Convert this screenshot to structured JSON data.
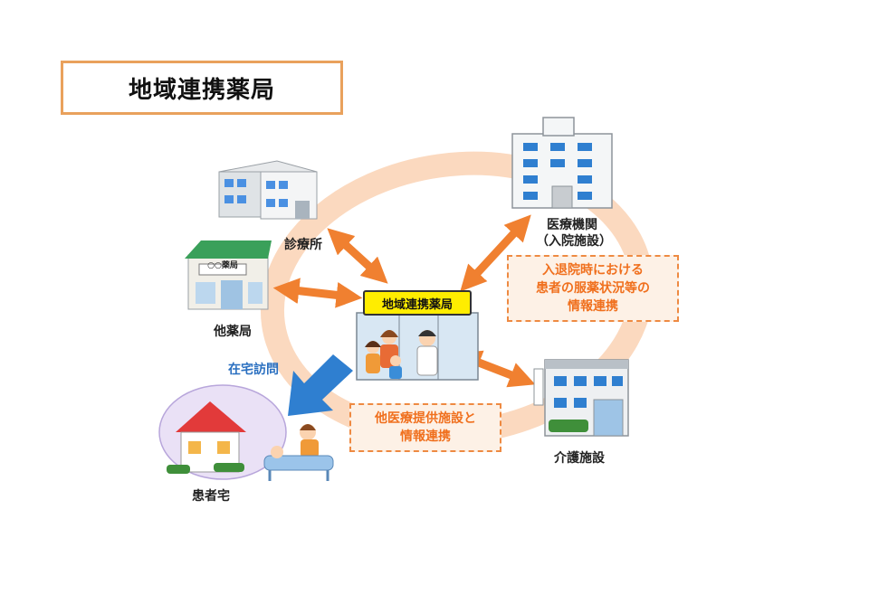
{
  "title": "地域連携薬局",
  "center_sign": "地域連携薬局",
  "labels": {
    "clinic": "診療所",
    "other_pharmacy": "他薬局",
    "hospital_line1": "医療機関",
    "hospital_line2": "（入院施設）",
    "care_facility": "介護施設",
    "patient_home": "患者宅",
    "home_visit": "在宅訪問",
    "pharmacy_sign": "○○薬局"
  },
  "notes": {
    "hospital_link": [
      "入退院時における",
      "患者の服薬状況等の",
      "情報連携"
    ],
    "other_link": [
      "他医療提供施設と",
      "情報連携"
    ]
  },
  "colors": {
    "title_border": "#e9a15c",
    "ring": "#fbd9bf",
    "arrow_orange": "#f08030",
    "arrow_blue": "#2f7fd0",
    "note_text": "#f0701e",
    "note_border": "#ee8a42",
    "sign_yellow": "#ffed00",
    "roof_red": "#e23a3a",
    "pharmacy_green": "#3aa05a"
  }
}
